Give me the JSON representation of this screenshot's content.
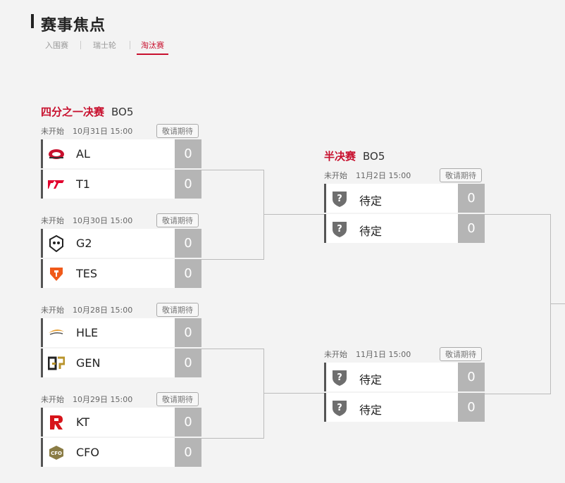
{
  "page": {
    "title": "赛事焦点"
  },
  "tabs": [
    {
      "label": "入围赛",
      "active": false
    },
    {
      "label": "瑞士轮",
      "active": false
    },
    {
      "label": "淘汰赛",
      "active": true
    }
  ],
  "quarterfinals": {
    "name": "四分之一决赛",
    "format": "BO5",
    "matches": [
      {
        "status": "未开始",
        "datetime": "10月31日 15:00",
        "remind": "敬请期待",
        "teams": [
          {
            "name": "AL",
            "score": "0",
            "logo": "al-logo"
          },
          {
            "name": "T1",
            "score": "0",
            "logo": "t1-logo"
          }
        ]
      },
      {
        "status": "未开始",
        "datetime": "10月30日 15:00",
        "remind": "敬请期待",
        "teams": [
          {
            "name": "G2",
            "score": "0",
            "logo": "g2-logo"
          },
          {
            "name": "TES",
            "score": "0",
            "logo": "tes-logo"
          }
        ]
      },
      {
        "status": "未开始",
        "datetime": "10月28日 15:00",
        "remind": "敬请期待",
        "teams": [
          {
            "name": "HLE",
            "score": "0",
            "logo": "hle-logo"
          },
          {
            "name": "GEN",
            "score": "0",
            "logo": "gen-logo"
          }
        ]
      },
      {
        "status": "未开始",
        "datetime": "10月29日 15:00",
        "remind": "敬请期待",
        "teams": [
          {
            "name": "KT",
            "score": "0",
            "logo": "kt-logo"
          },
          {
            "name": "CFO",
            "score": "0",
            "logo": "cfo-logo"
          }
        ]
      }
    ]
  },
  "semifinals": {
    "name": "半决赛",
    "format": "BO5",
    "matches": [
      {
        "status": "未开始",
        "datetime": "11月2日 15:00",
        "remind": "敬请期待",
        "teams": [
          {
            "name": "待定",
            "score": "0",
            "logo": "question-shield-icon"
          },
          {
            "name": "待定",
            "score": "0",
            "logo": "question-shield-icon"
          }
        ]
      },
      {
        "status": "未开始",
        "datetime": "11月1日 15:00",
        "remind": "敬请期待",
        "teams": [
          {
            "name": "待定",
            "score": "0",
            "logo": "question-shield-icon"
          },
          {
            "name": "待定",
            "score": "0",
            "logo": "question-shield-icon"
          }
        ]
      }
    ]
  },
  "colors": {
    "accent": "#c8102e",
    "score_bg": "#b5b5b5",
    "card_bg": "#ffffff"
  }
}
